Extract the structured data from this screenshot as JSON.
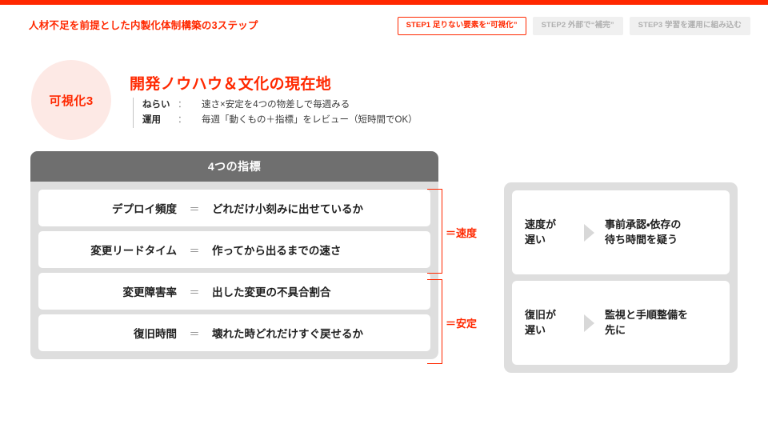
{
  "theme": {
    "accent": "#ff2800",
    "panel_gray": "#dedede",
    "header_gray": "#6f6f6f",
    "badge_pink": "#fde9e5",
    "muted_gray": "#b0b0b0"
  },
  "header": {
    "title": "人材不足を前提とした内製化体制構築の3ステップ",
    "steps": [
      {
        "label": "STEP1 足りない要素を“可視化”",
        "state": "active"
      },
      {
        "label": "STEP2 外部で“補完”",
        "state": "inactive"
      },
      {
        "label": "STEP3 学習を運用に組み込む",
        "state": "inactive"
      }
    ]
  },
  "intro": {
    "badge": "可視化3",
    "headline": "開発ノウハウ＆文化の現在地",
    "meta": [
      {
        "key": "ねらい",
        "colon": "：",
        "value": "速さ×安定を4つの物差しで毎週みる"
      },
      {
        "key": "運用",
        "colon": "：",
        "value": "毎週「動くもの＋指標」をレビュー（短時間でOK）"
      }
    ]
  },
  "metrics_panel": {
    "header": "4つの指標",
    "rows": [
      {
        "name": "デプロイ頻度",
        "eq": "＝",
        "desc": "どれだけ小刻みに出せているか"
      },
      {
        "name": "変更リードタイム",
        "eq": "＝",
        "desc": "作ってから出るまでの速さ"
      },
      {
        "name": "変更障害率",
        "eq": "＝",
        "desc": "出した変更の不具合割合"
      },
      {
        "name": "復旧時間",
        "eq": "＝",
        "desc": "壊れた時どれだけすぐ戻せるか"
      }
    ],
    "brackets": [
      {
        "label": "＝速度",
        "covers": [
          0,
          1
        ]
      },
      {
        "label": "＝安定",
        "covers": [
          2,
          3
        ]
      }
    ]
  },
  "advice_panel": {
    "cards": [
      {
        "symptom": "速度が\n遅い",
        "arrow": "chevron-right-icon",
        "action": "事前承認・依存の\n待ち時間を疑う"
      },
      {
        "symptom": "復旧が\n遅い",
        "arrow": "chevron-right-icon",
        "action": "監視と手順整備を\n先に"
      }
    ]
  }
}
